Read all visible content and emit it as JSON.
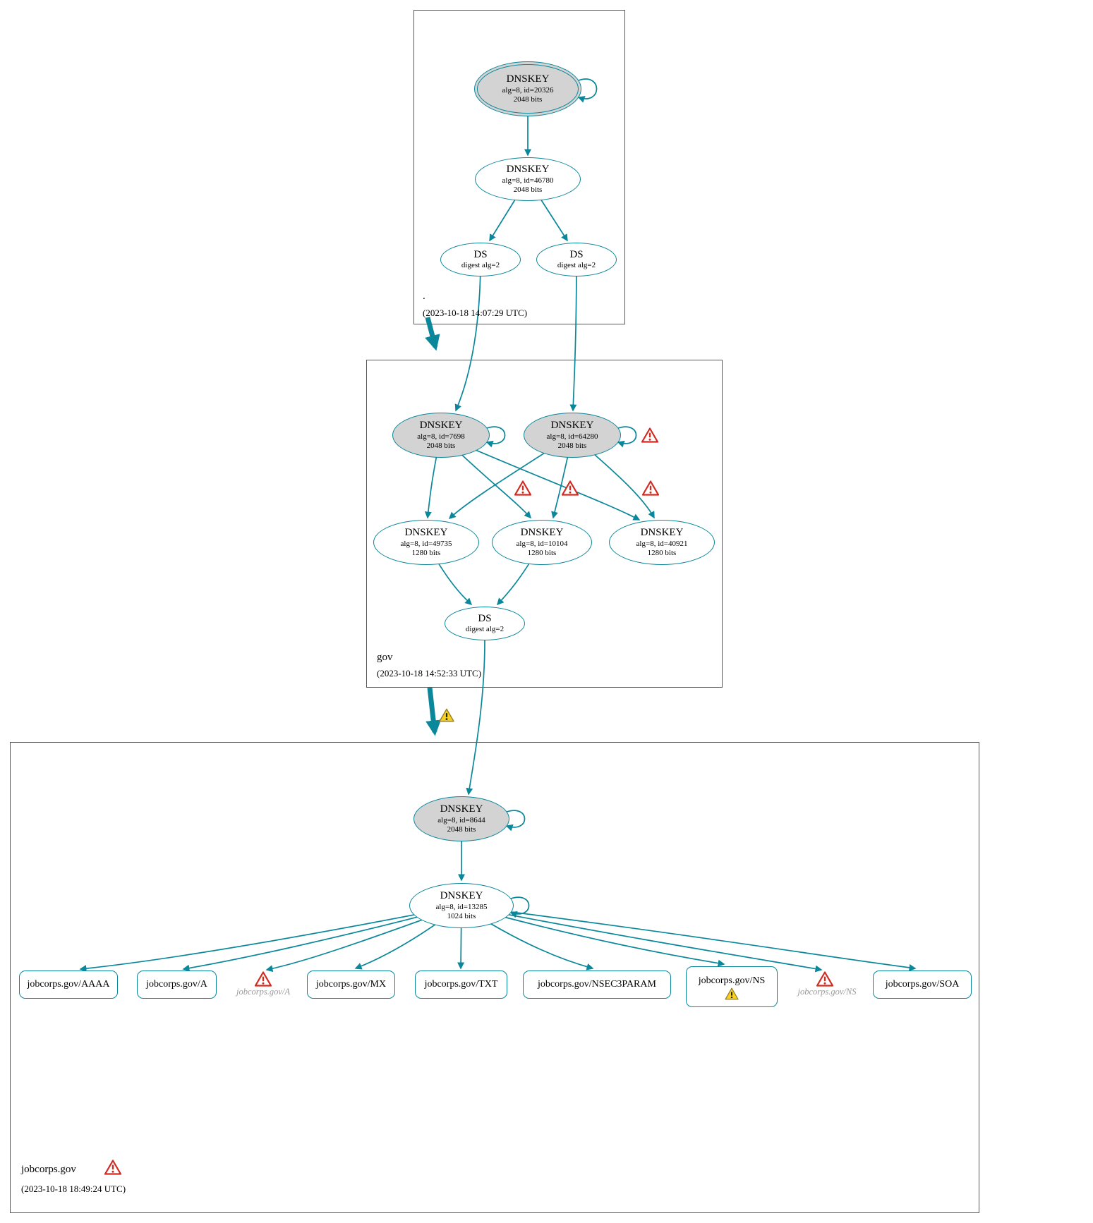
{
  "diagram": {
    "type": "dnssec-authentication-chain"
  },
  "zones": {
    "root": {
      "name": ".",
      "timestamp": "(2023-10-18 14:07:29 UTC)",
      "nodes": {
        "ksk": {
          "title": "DNSKEY",
          "detail1": "alg=8, id=20326",
          "detail2": "2048 bits"
        },
        "zsk": {
          "title": "DNSKEY",
          "detail1": "alg=8, id=46780",
          "detail2": "2048 bits"
        },
        "ds1": {
          "title": "DS",
          "detail1": "digest alg=2"
        },
        "ds2": {
          "title": "DS",
          "detail1": "digest alg=2"
        }
      }
    },
    "gov": {
      "name": "gov",
      "timestamp": "(2023-10-18 14:52:33 UTC)",
      "nodes": {
        "ksk1": {
          "title": "DNSKEY",
          "detail1": "alg=8, id=7698",
          "detail2": "2048 bits"
        },
        "ksk2": {
          "title": "DNSKEY",
          "detail1": "alg=8, id=64280",
          "detail2": "2048 bits"
        },
        "zsk1": {
          "title": "DNSKEY",
          "detail1": "alg=8, id=49735",
          "detail2": "1280 bits"
        },
        "zsk2": {
          "title": "DNSKEY",
          "detail1": "alg=8, id=10104",
          "detail2": "1280 bits"
        },
        "zsk3": {
          "title": "DNSKEY",
          "detail1": "alg=8, id=40921",
          "detail2": "1280 bits"
        },
        "ds": {
          "title": "DS",
          "detail1": "digest alg=2"
        }
      }
    },
    "jobcorps": {
      "name": "jobcorps.gov",
      "timestamp": "(2023-10-18 18:49:24 UTC)",
      "nodes": {
        "ksk": {
          "title": "DNSKEY",
          "detail1": "alg=8, id=8644",
          "detail2": "2048 bits"
        },
        "zsk": {
          "title": "DNSKEY",
          "detail1": "alg=8, id=13285",
          "detail2": "1024 bits"
        }
      },
      "rrsets": [
        {
          "label": "jobcorps.gov/AAAA"
        },
        {
          "label": "jobcorps.gov/A"
        },
        {
          "label": "jobcorps.gov/MX"
        },
        {
          "label": "jobcorps.gov/TXT"
        },
        {
          "label": "jobcorps.gov/NSEC3PARAM"
        },
        {
          "label": "jobcorps.gov/NS"
        },
        {
          "label": "jobcorps.gov/SOA"
        }
      ],
      "ghosts": {
        "a": "jobcorps.gov/A",
        "ns": "jobcorps.gov/NS"
      }
    }
  },
  "colors": {
    "edge_teal": "#0a879a",
    "sep_node_fill": "#d3d3d3",
    "error_red": "#d02b20",
    "warning_yellow": "#f7d21e"
  }
}
